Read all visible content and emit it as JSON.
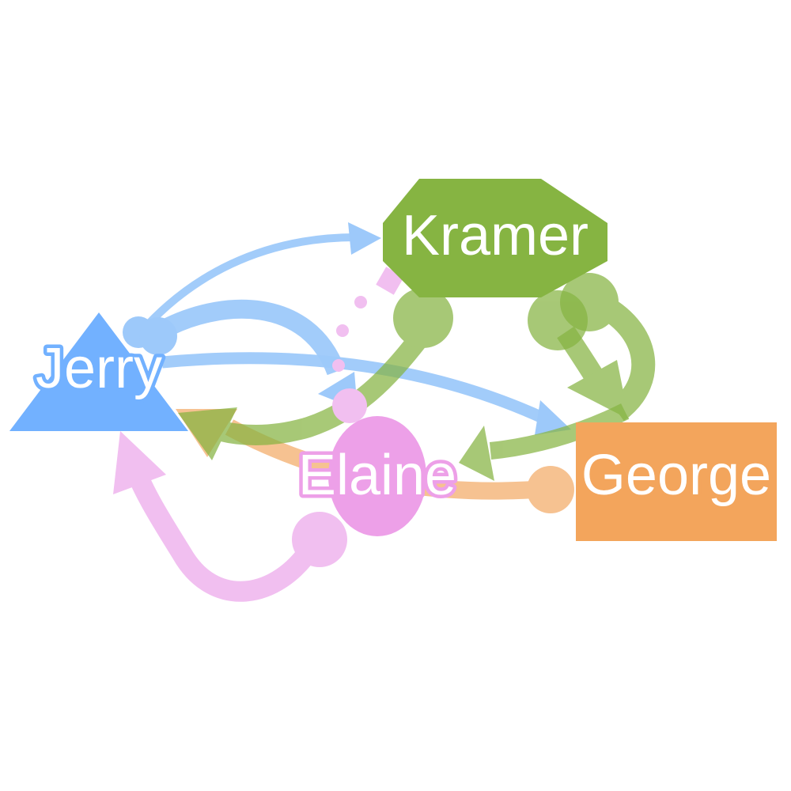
{
  "nodes": [
    {
      "id": "jerry",
      "label": "Jerry",
      "shape": "triangle",
      "color": "#72b1ff"
    },
    {
      "id": "kramer",
      "label": "Kramer",
      "shape": "octagon",
      "color": "#86b442"
    },
    {
      "id": "elaine",
      "label": "Elaine",
      "shape": "ellipse",
      "color": "#eda0e8"
    },
    {
      "id": "george",
      "label": "George",
      "shape": "rectangle",
      "color": "#f3a55c"
    }
  ],
  "edges": [
    {
      "from": "jerry",
      "to": "kramer",
      "color": "#9dc9fa",
      "start": "circle",
      "end": "arrow"
    },
    {
      "from": "jerry",
      "to": "elaine",
      "color": "#9dc9fa",
      "start": "circle",
      "end": "arrow"
    },
    {
      "from": "jerry",
      "to": "george",
      "color": "#9dc9fa",
      "start": "circle",
      "end": "arrow"
    },
    {
      "from": "kramer",
      "to": "jerry",
      "color": "#a7cc7a",
      "start": "circle",
      "end": "arrow"
    },
    {
      "from": "kramer",
      "to": "george",
      "color": "#a7cc7a",
      "start": "circle",
      "end": "arrow"
    },
    {
      "from": "kramer",
      "to": "elaine",
      "color": "#a7cc7a",
      "start": "circle",
      "end": "arrow"
    },
    {
      "from": "george",
      "to": "jerry",
      "color": "#f6c291",
      "start": "circle",
      "end": "arrow"
    },
    {
      "from": "elaine",
      "to": "jerry",
      "color": "#f1bff0",
      "start": "circle",
      "end": "arrow"
    },
    {
      "from": "elaine",
      "to": "kramer",
      "color": "#f1bff0",
      "start": "circle",
      "end": "square"
    }
  ]
}
